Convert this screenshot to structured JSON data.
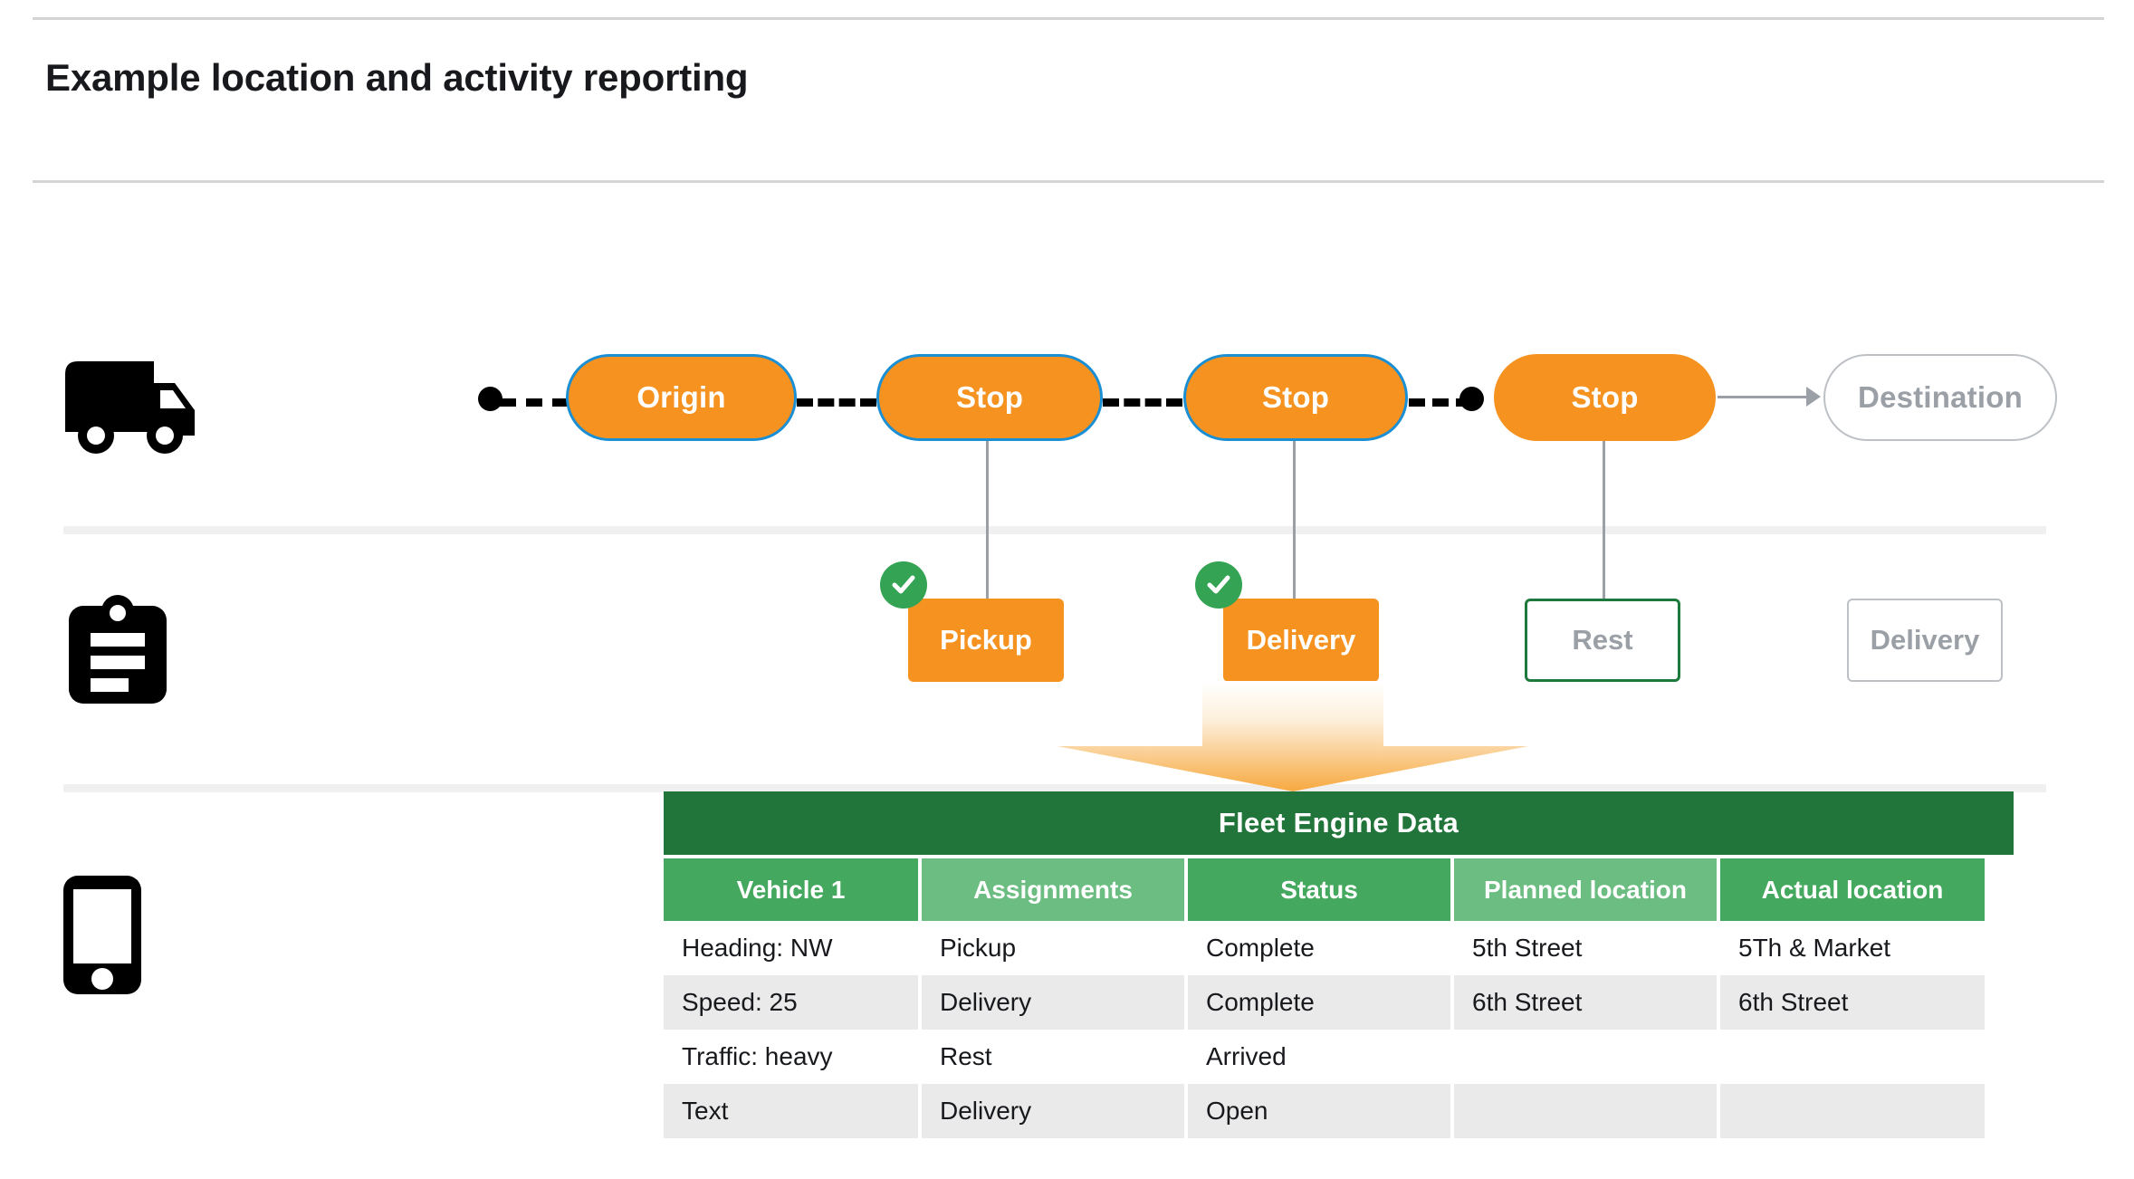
{
  "page": {
    "title": "Example location and activity reporting"
  },
  "colors": {
    "orange": "#f59220",
    "blue_border": "#1a8fd4",
    "green_dark": "#22753a",
    "green_header_dark": "#45a85f",
    "green_header_light": "#6cbd81",
    "green_check": "#34a353",
    "gray_text": "#9aa0a6",
    "gray_border": "#bdc1c6",
    "row_gray": "#eaeaea",
    "divider": "#d4d4d4",
    "band": "#f0f0f0"
  },
  "rows": {
    "vehicle": {
      "icon": "truck-icon",
      "nodes": [
        {
          "label": "Origin",
          "style": "filled"
        },
        {
          "label": "Stop",
          "style": "filled"
        },
        {
          "label": "Stop",
          "style": "filled"
        },
        {
          "label": "Stop",
          "style": "filled-noborder"
        },
        {
          "label": "Destination",
          "style": "outline"
        }
      ]
    },
    "activity": {
      "icon": "clipboard-icon",
      "items": [
        {
          "label": "Pickup",
          "style": "filled",
          "checked": true
        },
        {
          "label": "Delivery",
          "style": "filled",
          "checked": true
        },
        {
          "label": "Rest",
          "style": "outline-green",
          "checked": false
        },
        {
          "label": "Delivery",
          "style": "outline-gray",
          "checked": false
        }
      ]
    },
    "device": {
      "icon": "phone-icon"
    }
  },
  "table": {
    "title": "Fleet Engine Data",
    "headers": [
      "Vehicle 1",
      "Assignments",
      "Status",
      "Planned location",
      "Actual location"
    ],
    "rows": [
      [
        "Heading: NW",
        "Pickup",
        "Complete",
        "5th Street",
        "5Th & Market"
      ],
      [
        "Speed: 25",
        "Delivery",
        "Complete",
        "6th Street",
        "6th Street"
      ],
      [
        "Traffic: heavy",
        "Rest",
        "Arrived",
        "",
        ""
      ],
      [
        "Text",
        "Delivery",
        "Open",
        "",
        ""
      ]
    ]
  }
}
